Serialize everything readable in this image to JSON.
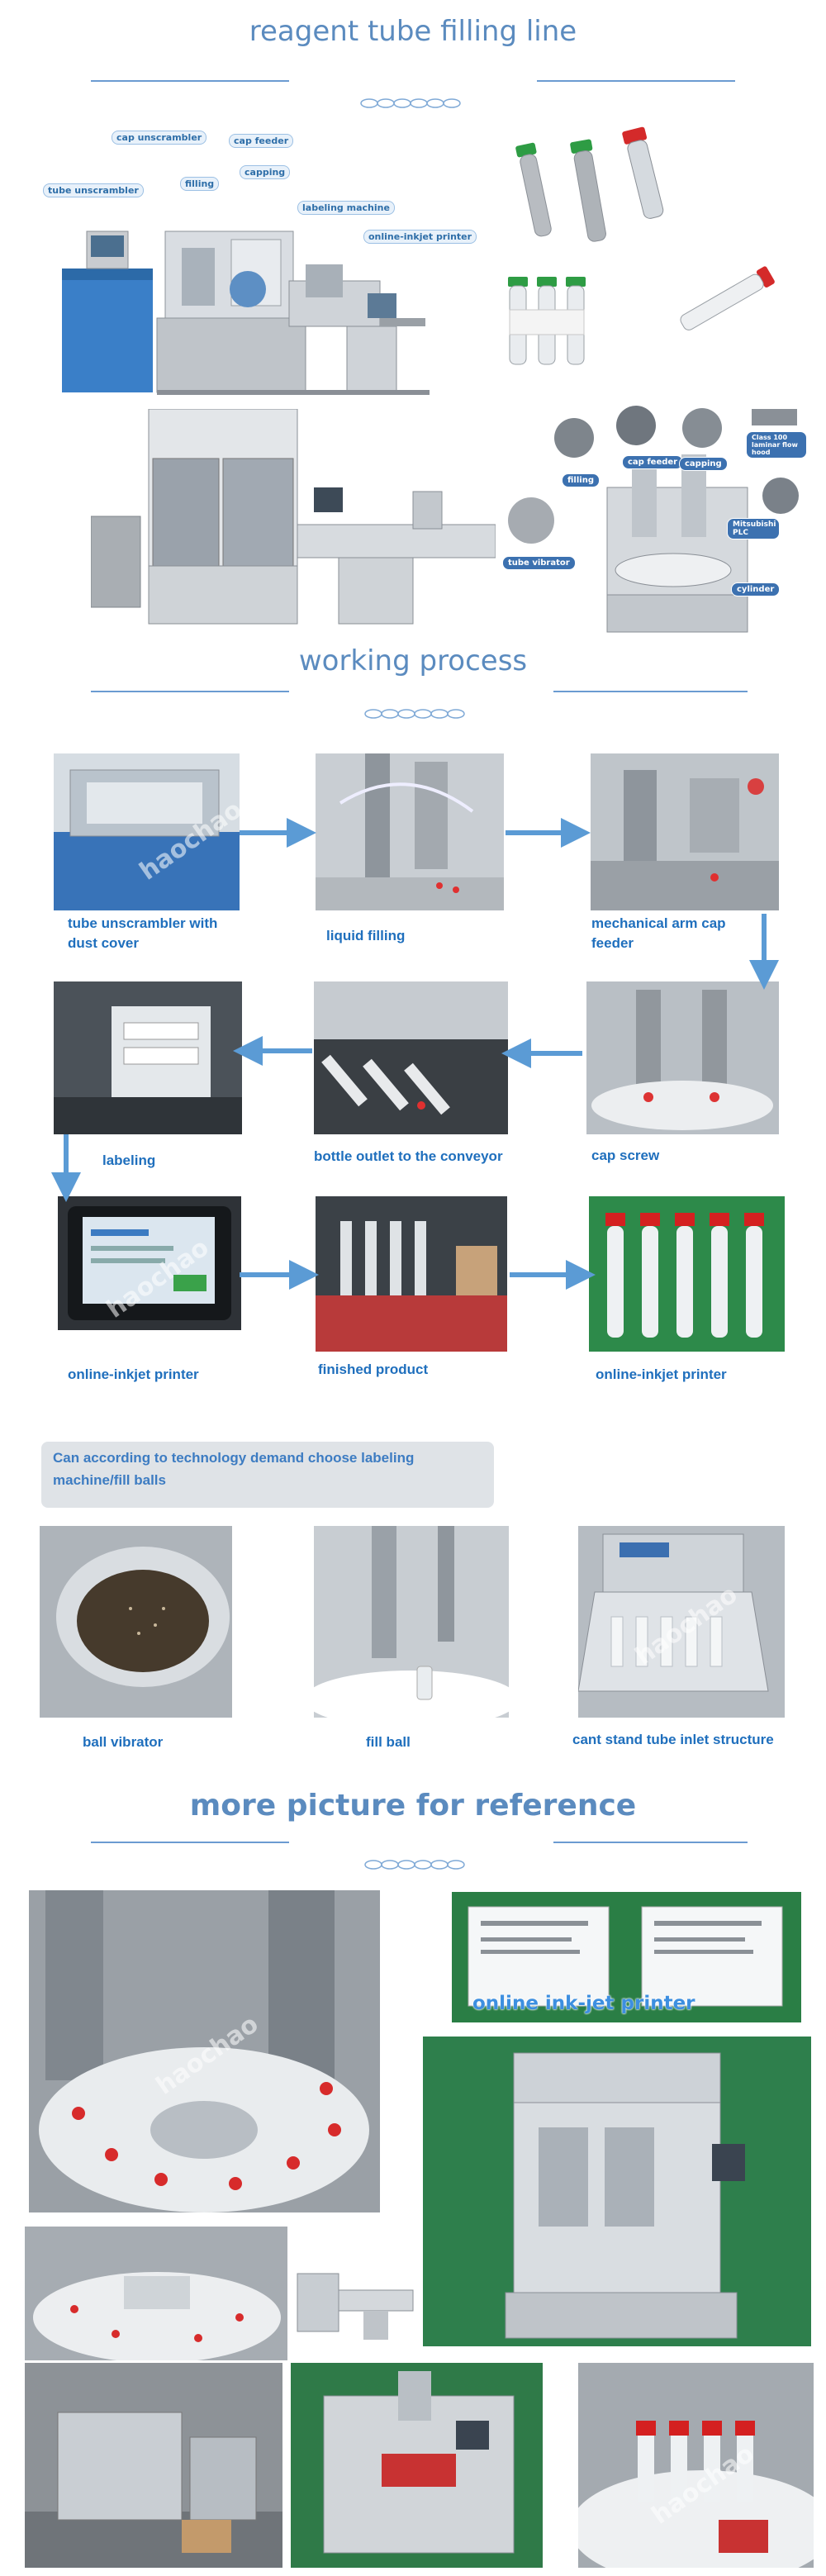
{
  "sections": {
    "filling_line": {
      "title": "reagent tube filling line"
    },
    "working_process": {
      "title": "working process"
    },
    "more_pictures": {
      "title": "more picture for reference"
    }
  },
  "machine_labels": {
    "cap_unscrambler": "cap unscrambler",
    "cap_feeder": "cap feeder",
    "tube_unscrambler": "tube unscrambler",
    "filling": "filling",
    "capping": "capping",
    "labeling_machine": "labeling machine",
    "online_inkjet_printer": "online-inkjet printer"
  },
  "detail_labels": {
    "filling": "filling",
    "cap_feeder": "cap feeder",
    "capping": "capping",
    "laminar_hood": "Class 100 laminar flow hood",
    "tube_vibrator": "tube vibrator",
    "plc": "Mitsubishi PLC",
    "cylinder": "cylinder"
  },
  "process_steps": [
    {
      "label": "tube unscrambler with dust cover"
    },
    {
      "label": "liquid filling"
    },
    {
      "label": "mechanical arm cap feeder"
    },
    {
      "label": "cap screw"
    },
    {
      "label": "bottle outlet to the conveyor"
    },
    {
      "label": "labeling"
    },
    {
      "label": "online-inkjet printer"
    },
    {
      "label": "finished product"
    },
    {
      "label": "online-inkjet printer"
    }
  ],
  "note": "Can according to technology demand choose labeling machine/fill balls",
  "options": [
    {
      "label": "ball vibrator"
    },
    {
      "label": "fill ball"
    },
    {
      "label": "cant stand tube inlet structure"
    }
  ],
  "reference_overlay": "online ink-jet printer",
  "watermark": "haochao",
  "colors": {
    "heading": "#5b8bbf",
    "caption": "#1f6fbd",
    "arrow": "#5b9bd5",
    "line": "#6b9bd1"
  }
}
